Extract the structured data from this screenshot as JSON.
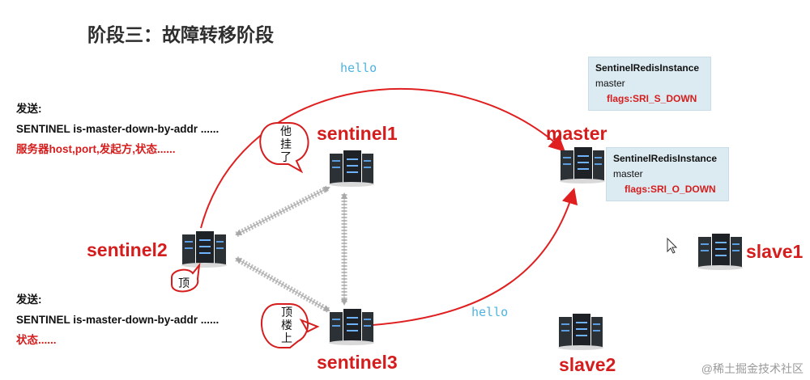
{
  "title": "阶段三：故障转移阶段",
  "send_top": {
    "label": "发送:",
    "command": "SENTINEL is-master-down-by-addr ......",
    "params": "服务器host,port,发起方,状态......"
  },
  "send_bottom": {
    "label": "发送:",
    "command": "SENTINEL is-master-down-by-addr ......",
    "params": "状态......"
  },
  "nodes": {
    "sentinel1": "sentinel1",
    "sentinel2": "sentinel2",
    "sentinel3": "sentinel3",
    "master": "master",
    "slave1": "slave1",
    "slave2": "slave2"
  },
  "hello_top": "hello",
  "hello_bottom": "hello",
  "bubbles": {
    "sentinel1": [
      "他",
      "挂",
      "了"
    ],
    "sentinel2": [
      "顶"
    ],
    "sentinel3": [
      "顶",
      "楼",
      "上"
    ]
  },
  "info_box_1": {
    "name": "SentinelRedisInstance",
    "role": "master",
    "flags": "flags:SRI_S_DOWN"
  },
  "info_box_2": {
    "name": "SentinelRedisInstance",
    "role": "master",
    "flags": "flags:SRI_O_DOWN"
  },
  "watermark": "@稀土掘金技术社区",
  "colors": {
    "accent_red": "#d51d1d",
    "hello_blue": "#4fb3e0",
    "info_bg": "#dcebf2"
  }
}
